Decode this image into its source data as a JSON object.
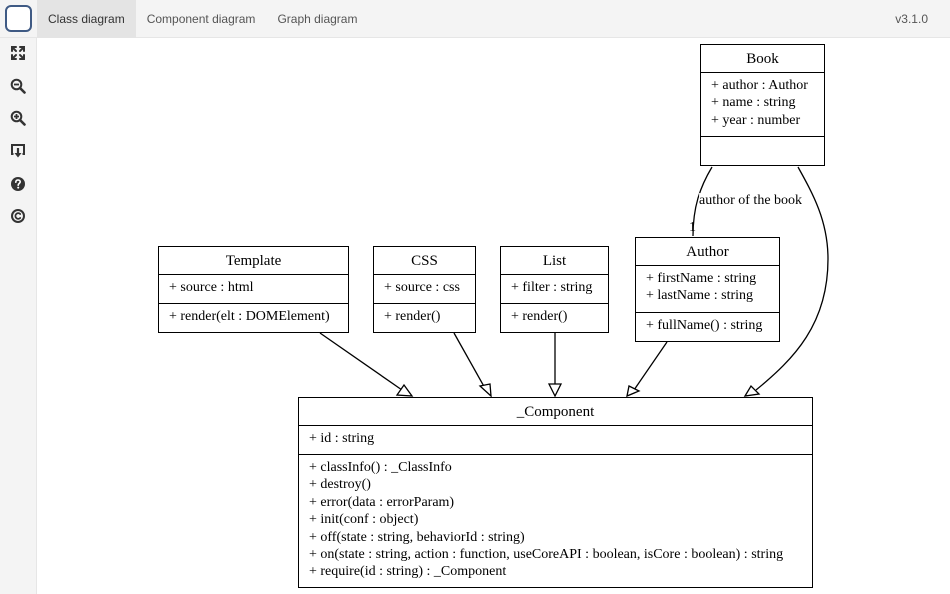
{
  "toolbar": {
    "tabs": [
      {
        "label": "Class diagram",
        "active": true
      },
      {
        "label": "Component diagram",
        "active": false
      },
      {
        "label": "Graph diagram",
        "active": false
      }
    ],
    "version": "v3.1.0"
  },
  "sidebar": {
    "buttons": [
      {
        "icon": "fullscreen-icon"
      },
      {
        "icon": "zoom-out-icon"
      },
      {
        "icon": "zoom-in-icon"
      },
      {
        "icon": "export-icon"
      },
      {
        "icon": "help-icon"
      },
      {
        "icon": "copyright-icon"
      }
    ]
  },
  "diagram": {
    "classes": {
      "book": {
        "name": "Book",
        "attributes": [
          "+ author : Author",
          "+ name : string",
          "+ year : number"
        ],
        "methods": []
      },
      "template": {
        "name": "Template",
        "attributes": [
          "+ source : html"
        ],
        "methods": [
          "+ render(elt : DOMElement)"
        ]
      },
      "css": {
        "name": "CSS",
        "attributes": [
          "+ source : css"
        ],
        "methods": [
          "+ render()"
        ]
      },
      "list": {
        "name": "List",
        "attributes": [
          "+ filter : string"
        ],
        "methods": [
          "+ render()"
        ]
      },
      "author": {
        "name": "Author",
        "attributes": [
          "+ firstName : string",
          "+ lastName : string"
        ],
        "methods": [
          "+ fullName() : string"
        ]
      },
      "component": {
        "name": "_Component",
        "attributes": [
          "+ id : string"
        ],
        "methods": [
          "+ classInfo() : _ClassInfo",
          "+ destroy()",
          "+ error(data : errorParam)",
          "+ init(conf : object)",
          "+ off(state : string, behaviorId : string)",
          "+ on(state : string, action : function, useCoreAPI : boolean, isCore : boolean) : string",
          "+ require(id : string) : _Component"
        ]
      }
    },
    "relation": {
      "label": "author of the book",
      "multiplicity": "1"
    }
  }
}
